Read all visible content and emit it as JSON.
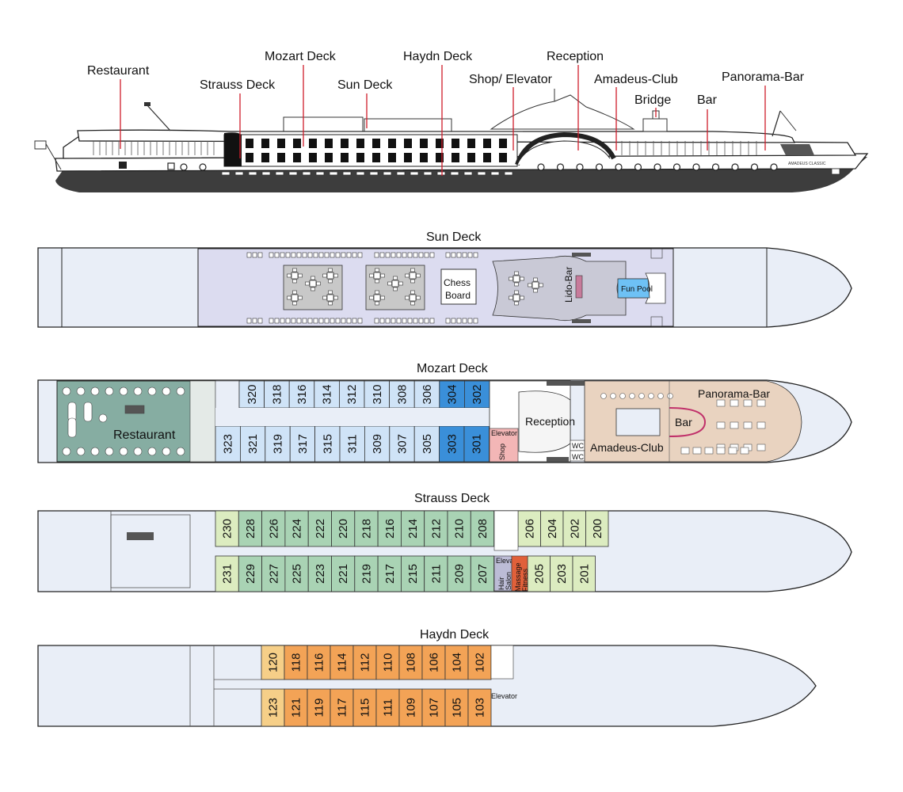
{
  "side_view": {
    "labels": [
      "Restaurant",
      "Strauss Deck",
      "Mozart Deck",
      "Sun Deck",
      "Haydn Deck",
      "Shop/ Elevator",
      "Reception",
      "Amadeus-Club",
      "Bridge",
      "Bar",
      "Panorama-Bar"
    ],
    "ship_name": "AMADEUS CLASSIC"
  },
  "sun_deck": {
    "title": "Sun Deck",
    "chess": [
      "Chess",
      "Board"
    ],
    "lido_bar": "Lido-Bar",
    "fun_pool": "Fun Pool"
  },
  "mozart_deck": {
    "title": "Mozart Deck",
    "top_cabins": [
      "320",
      "318",
      "316",
      "314",
      "312",
      "310",
      "308",
      "306",
      "304",
      "302"
    ],
    "bottom_cabins": [
      "323",
      "321",
      "319",
      "317",
      "315",
      "311",
      "309",
      "307",
      "305",
      "303",
      "301"
    ],
    "restaurant": "Restaurant",
    "elevator": "Elevator",
    "shop": "Shop",
    "reception": "Reception",
    "wc": [
      "WC",
      "WC"
    ],
    "amadeus_club": "Amadeus-Club",
    "panorama_bar": "Panorama-Bar",
    "bar": "Bar"
  },
  "strauss_deck": {
    "title": "Strauss Deck",
    "top_cabins": [
      "230",
      "228",
      "226",
      "224",
      "222",
      "220",
      "218",
      "216",
      "214",
      "212",
      "210",
      "208"
    ],
    "top_fwd_cabins": [
      "206",
      "204",
      "202",
      "200"
    ],
    "bottom_cabins": [
      "231",
      "229",
      "227",
      "225",
      "223",
      "221",
      "219",
      "217",
      "215",
      "211",
      "209",
      "207"
    ],
    "bottom_fwd_cabins": [
      "205",
      "203",
      "201"
    ],
    "elevator": "Elevator",
    "hair_salon": [
      "Hair",
      "Salon"
    ],
    "massage": [
      "Massage",
      "Fitness"
    ]
  },
  "haydn_deck": {
    "title": "Haydn Deck",
    "top_cabins": [
      "120",
      "118",
      "116",
      "114",
      "112",
      "110",
      "108",
      "106",
      "104",
      "102"
    ],
    "bottom_cabins": [
      "123",
      "121",
      "119",
      "117",
      "115",
      "111",
      "109",
      "107",
      "105",
      "103"
    ],
    "elevator": "Elevator"
  },
  "colors": {
    "hull_fill": "#e9eef7",
    "sun_deck_fill": "#dcdcf0",
    "restaurant_fill": "#86ada2",
    "mozart_cabin": "#cfe3f7",
    "mozart_suite": "#3a8fd9",
    "strauss_cabin": "#a9d3b4",
    "strauss_end": "#dcecc0",
    "massage": "#e0603a",
    "shop": "#f3b6b6",
    "haydn_cabin": "#f3a356",
    "haydn_end": "#f6cf88",
    "lounge": "#e9d3c0"
  }
}
